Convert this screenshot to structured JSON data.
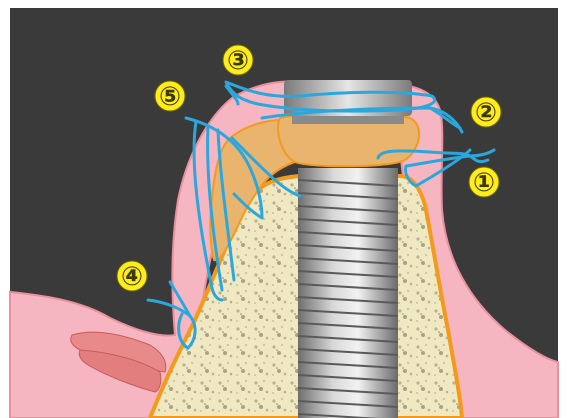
{
  "labels": [
    {
      "id": "1",
      "text": "①"
    },
    {
      "id": "2",
      "text": "②"
    },
    {
      "id": "3",
      "text": "③"
    },
    {
      "id": "4",
      "text": "④"
    },
    {
      "id": "5",
      "text": "⑤"
    }
  ],
  "colors": {
    "background": "#3a3a3a",
    "gingiva": "#f5b6c1",
    "gingiva_outline": "#e9909f",
    "mucosa_red": "#e8727a",
    "bone": "#efe8c0",
    "bone_outline": "#f39a1c",
    "graft": "#e8b46e",
    "implant": "#9a9a9a",
    "suture": "#2aa8de",
    "label_fill": "#ffec1a",
    "label_stroke": "#6a6a00"
  },
  "icons": [
    "implant-fixture",
    "suture-thread",
    "bone-graft",
    "gingiva",
    "alveolar-bone"
  ]
}
